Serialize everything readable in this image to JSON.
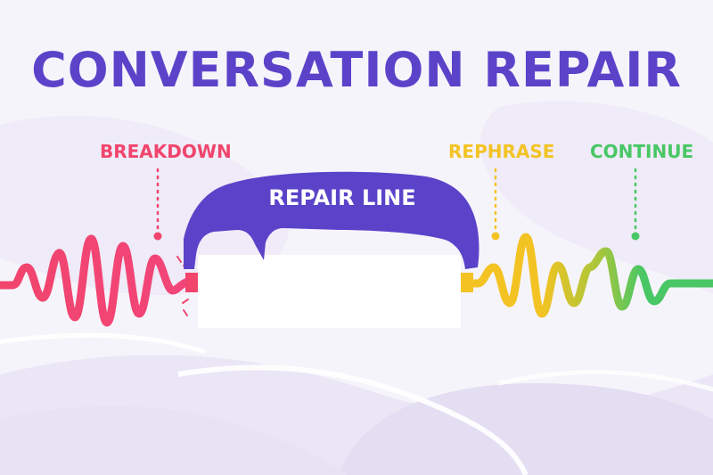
{
  "title": "CONVERSATION REPAIR",
  "banner_label": "REPAIR LINE",
  "stages": [
    {
      "label": "BREAKDOWN",
      "color": "#f1456d"
    },
    {
      "label": "REPHRASE",
      "color": "#f3c324"
    },
    {
      "label": "CONTINUE",
      "color": "#49c765"
    }
  ],
  "colors": {
    "title": "#5b43c9",
    "banner": "#5b43c9",
    "wave_breakdown": "#f1456d",
    "wave_rephrase": "#f3c324",
    "wave_continue": "#49c765",
    "background": "#f6f4fb"
  }
}
